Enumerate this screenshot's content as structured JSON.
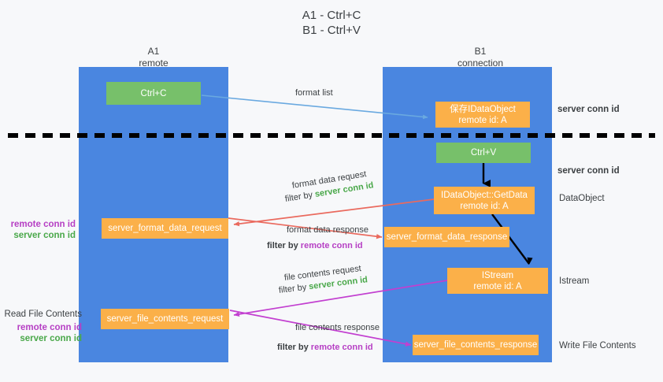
{
  "title": {
    "line1": "A1 - Ctrl+C",
    "line2": "B1 - Ctrl+V"
  },
  "colors": {
    "lane": "#4a86e0",
    "green_box": "#77c06a",
    "orange_box": "#fbb049",
    "green_text": "#4aa84a",
    "purple_text": "#b63fc4",
    "red_arrow": "#ea6a5e",
    "magenta_arrow": "#c23fd0",
    "blue_arrow": "#6aa9e0",
    "black_arrow": "#000000",
    "background": "#f7f8fa"
  },
  "columns": [
    {
      "name": "A1",
      "sub": "remote"
    },
    {
      "name": "B1",
      "sub": "connection"
    }
  ],
  "nodes": [
    {
      "id": "ctrl_c",
      "line1": "Ctrl+C",
      "line2": "",
      "style": "green"
    },
    {
      "id": "save_ido",
      "line1": "保存IDataObject",
      "line2": "remote id: A",
      "style": "orange"
    },
    {
      "id": "ctrl_v",
      "line1": "Ctrl+V",
      "line2": "",
      "style": "green"
    },
    {
      "id": "getdata",
      "line1": "IDataObject::GetData",
      "line2": "remote id: A",
      "style": "orange"
    },
    {
      "id": "fmt_req",
      "line1": "server_format_data_request",
      "line2": "",
      "style": "orange"
    },
    {
      "id": "fmt_res",
      "line1": "server_format_data_response",
      "line2": "",
      "style": "orange"
    },
    {
      "id": "istream",
      "line1": "IStream",
      "line2": "remote id: A",
      "style": "orange"
    },
    {
      "id": "file_req",
      "line1": "server_file_contents_request",
      "line2": "",
      "style": "orange"
    },
    {
      "id": "file_res",
      "line1": "server_file_contents_response",
      "line2": "",
      "style": "orange"
    }
  ],
  "edge_labels": {
    "format_list": "format list",
    "format_data_request": "format data request",
    "format_data_request_filter_prefix": "filter by ",
    "format_data_request_filter_value": "server conn id",
    "format_data_response": "format data response",
    "format_data_response_filter_prefix": "filter by ",
    "format_data_response_filter_value": "remote conn id",
    "file_contents_request": "file contents request",
    "file_contents_request_filter_prefix": "filter by ",
    "file_contents_request_filter_value": "server conn id",
    "file_contents_response": "file contents response",
    "file_contents_response_filter_prefix": "filter by ",
    "file_contents_response_filter_value": "remote conn id"
  },
  "right_annotations": [
    {
      "id": "r1",
      "text": "server conn id",
      "kind": "green"
    },
    {
      "id": "r2",
      "text": "server conn id",
      "kind": "green"
    },
    {
      "id": "r3",
      "text": "DataObject",
      "kind": "plain"
    },
    {
      "id": "r4",
      "text": "Istream",
      "kind": "plain"
    },
    {
      "id": "r5",
      "text": "Write File Contents",
      "kind": "plain"
    }
  ],
  "left_annotations": {
    "block1": {
      "remote": "remote conn id",
      "server": "server conn id"
    },
    "block2": {
      "heading": "Read File Contents",
      "remote": "remote conn id",
      "server": "server conn id"
    }
  }
}
